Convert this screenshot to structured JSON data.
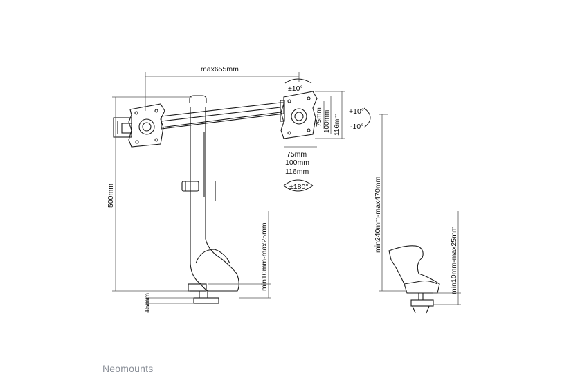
{
  "labels": {
    "max_width": "max655mm",
    "tilt": "±10°",
    "tilt_up": "+10°",
    "tilt_down": "-10°",
    "rotation": "±180°",
    "vesa_v_75": "75mm",
    "vesa_v_100": "100mm",
    "vesa_v_116": "116mm",
    "vesa_h_75": "75mm",
    "vesa_h_100": "100mm",
    "vesa_h_116": "116mm",
    "height_500": "500mm",
    "clamp_thickness_left": "min10mm-max25mm",
    "clamp_15": "15mm",
    "grommet_height": "min240mm-max470mm",
    "clamp_thickness_right": "min10mm-max25mm"
  },
  "brand": {
    "name": "Neomounts"
  },
  "colors": {
    "line": "#1a1a1a",
    "dim": "#555555",
    "brand": "#8a8f98"
  }
}
